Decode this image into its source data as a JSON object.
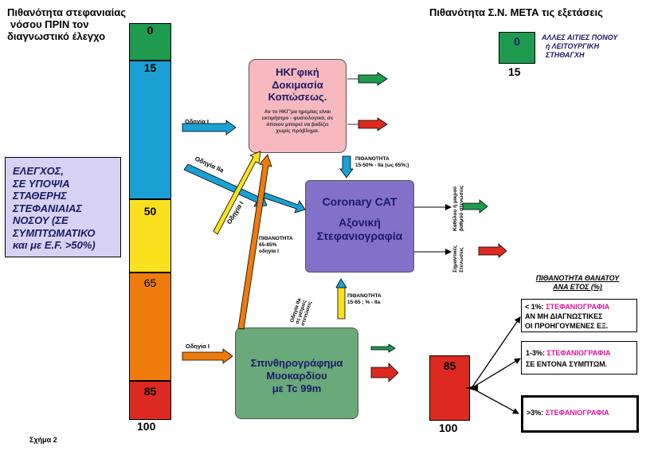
{
  "title_left": [
    "Πιθανότητα στεφανιαίας",
    "νόσου ΠΡΙΝ τον",
    "διαγνωστικό έλεγχο"
  ],
  "title_right": "Πιθανότητα Σ.Ν. ΜΕΤΑ τις εξετάσεις",
  "bar_labels": {
    "v0": "0",
    "v15": "15",
    "v50": "50",
    "v65": "65",
    "v85": "85",
    "v100": "100"
  },
  "colors": {
    "green": "#1e9b4e",
    "blue": "#1ba0d4",
    "yellow": "#f9e11e",
    "orange": "#ee7c0c",
    "red": "#dc2a20",
    "pink_box": "#f7b8bf",
    "purple_box": "#8370c8",
    "green_box": "#6aa979",
    "lavender": "#d7d2f3"
  },
  "left_box": [
    "ΕΛΕΓΧΟΣ,",
    "ΣΕ ΥΠΟΨΙΑ",
    "ΣΤΑΘΕΡΗΣ",
    "ΣΤΕΦΑΝΙΑΙΑΣ",
    "ΝΟΣΟΥ (ΣΕ",
    "ΣΥΜΠΤΩΜΑΤΙΚΟ",
    "και με E.F. >50%)"
  ],
  "legend": {
    "value_top": "0",
    "value_bottom": "15",
    "text": [
      "ΑΛΛΕΣ ΑΙΤΙΕΣ ΠΟΝΟΥ",
      "ή ΛΕΙΤΟΥΡΓΙΚΗ",
      "ΣΤΗΘΑΓΧΗ"
    ]
  },
  "stress_test": {
    "title": [
      "ΗΚΓφική",
      "Δοκιμασία",
      "Κοπώσεως."
    ],
    "note": [
      "Αν το ΗΚΓ'μα ηρεμίας είναι",
      "εκτιμήσιμο - φυσιολογικό, σε",
      "όποιον μπορεί να βαδίζει",
      "χωρίς πρόβλημα."
    ]
  },
  "ct": {
    "title": "Coronary CAT",
    "subtitle": [
      "Αξονική",
      "Στεφανιογραφία"
    ]
  },
  "scan": {
    "title": [
      "Σπινθηρογράφημα",
      "Μυοκαρδίου",
      "με Tc 99m"
    ]
  },
  "guides": {
    "g1": "Οδηγία I",
    "g_iia": "Οδηγία IIa",
    "g_i_diag": "Οδηγία I",
    "g_bottom": "Οδηγία I",
    "prob_ct": [
      "ΠΙΘΑΝΟΤΗΤΑ",
      "15-50% - IIa (ως 65%;)"
    ],
    "prob_mid": [
      "ΠΙΘΑΝΟΤΗΤΑ",
      "65-85%",
      "οδηγία I"
    ],
    "prob_scan": [
      "ΠΙΘΑΝΟΤΗΤΑ",
      "15-65 ; % - IIa"
    ],
    "iia_small": [
      "Οδηγία IIa",
      "σε μέτριες",
      "στενώσεις"
    ],
    "ct_out_green": [
      "Καθόλου ή μικρού",
      "βαθμού στενώσεις"
    ],
    "ct_out_red": [
      "Σημαντικές",
      "Στενώσεις"
    ]
  },
  "red_box_value": "85",
  "red_box_bottom": "100",
  "death": {
    "title": [
      "ΠΙΘΑΝΟΤΗΤΑ ΘΑΝΑΤΟΥ",
      "ΑΝΑ ΕΤΟΣ (%)"
    ],
    "b1": {
      "prefix": "< 1%: ",
      "highlight": "ΣΤΕΦΑΝΙΟΓΡΑΦΙΑ",
      "lines": [
        "ΑΝ ΜΗ ΔΙΑΓΝΩΣΤΙΚΕΣ",
        "ΟΙ ΠΡΟΗΓΟΥΜΕΝΕΣ ΕΞ."
      ]
    },
    "b2": {
      "prefix": "1-3%: ",
      "highlight": "ΣΤΕΦΑΝΙΟΓΡΑΦΙΑ",
      "lines": [
        "ΣΕ ΕΝΤΟΝΑ ΣΥΜΠΤΩΜ."
      ]
    },
    "b3": {
      "prefix": ">3%: ",
      "highlight": "ΣΤΕΦΑΝΙΟΓΡΑΦΙΑ"
    }
  },
  "caption": "Σχήμα 2"
}
